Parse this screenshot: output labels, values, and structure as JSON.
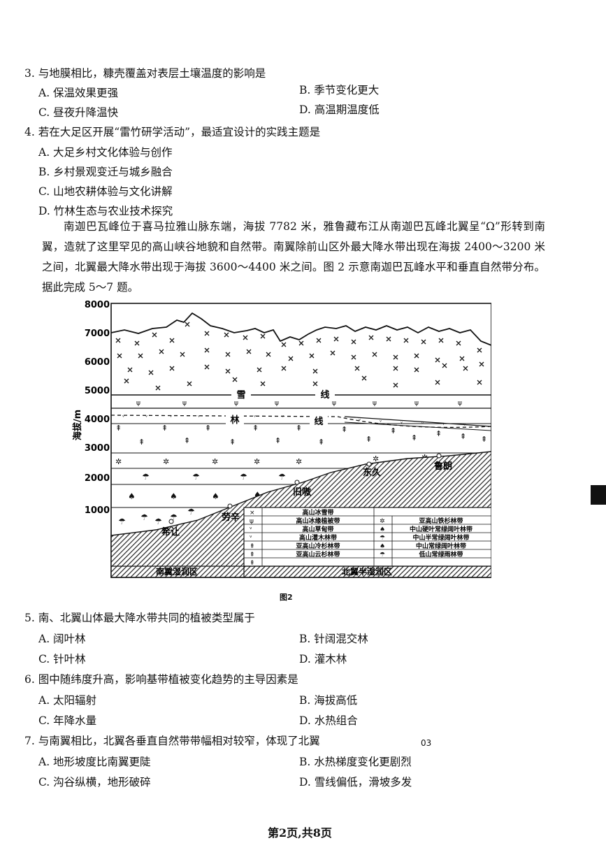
{
  "questions": [
    {
      "stem": "3. 与地膜相比，糠壳覆盖对表层土壤温度的影响是",
      "options": [
        "A. 保温效果更强",
        "B. 季节变化更大",
        "C. 昼夜升降温快",
        "D. 高温期温度低"
      ]
    },
    {
      "stem": "4. 若在大足区开展“雷竹研学活动”，最适宜设计的实践主题是",
      "options": [
        "A. 大足乡村文化体验与创作",
        "B. 乡村景观变迁与城乡融合",
        "C. 山地农耕体验与文化讲解",
        "D. 竹林生态与农业技术探究"
      ]
    },
    {
      "stem": "5. 南、北翼山体最大降水带共同的植被类型属于",
      "options": [
        "A. 阔叶林",
        "B. 针阔混交林",
        "C. 针叶林",
        "D. 灌木林"
      ]
    },
    {
      "stem": "6. 图中随纬度升高，影响基带植被变化趋势的主导因素是",
      "options": [
        "A. 太阳辐射",
        "B. 海拔高低",
        "C. 年降水量",
        "D. 水热组合"
      ]
    },
    {
      "stem": "7. 与南翼相比，北翼各垂直自然带带幅相对较窄，体现了北翼",
      "options": [
        "A. 地形坡度比南翼更陡",
        "B. 水热梯度变化更剧烈",
        "C. 沟谷纵横，地形破碎",
        "D. 雪线偏低，滑坡多发"
      ]
    }
  ],
  "passage": "南迦巴瓦峰位于喜马拉雅山脉东端，海拔 7782 米，雅鲁藏布江从南迦巴瓦峰北翼呈“Ω”形转到南翼，造就了这里罕见的高山峡谷地貌和自然带。南翼除前山区外最大降水带出现在海拔 2400～3200 米之间，北翼最大降水带出现于海拔 3600～4400 米之间。图 2 示意南迦巴瓦峰水平和垂直自然带分布。据此完成 5～7 题。",
  "figure": {
    "caption": "图2",
    "ylabel": "海拔/m",
    "yticks": [
      "8000",
      "7000",
      "6000",
      "5000",
      "4000",
      "3000",
      "2000",
      "1000"
    ],
    "snowline_label": [
      "雪",
      "线"
    ],
    "treeline_label": [
      "林",
      "线"
    ],
    "places": [
      "希让",
      "劳辛",
      "旧嗷",
      "东久",
      "鲁朗"
    ],
    "zones": [
      "南翼湿润区",
      "北翼半湿润区"
    ],
    "legend": [
      {
        "name": "高山冰雪带",
        "symbol": "x"
      },
      {
        "name": "高山冰缘植被带",
        "symbol": "ice"
      },
      {
        "name": "亚高山铁杉林带",
        "symbol": "fir"
      },
      {
        "name": "高山草甸带",
        "symbol": "meadow"
      },
      {
        "name": "中山硬叶常绿阔叶林带",
        "symbol": "hard"
      },
      {
        "name": "高山灌木林带",
        "symbol": "shrub"
      },
      {
        "name": "中山半常绿阔叶林带",
        "symbol": "semi"
      },
      {
        "name": "亚高山冷杉林带",
        "symbol": "cold"
      },
      {
        "name": "中山常绿阔叶林带",
        "symbol": "ever"
      },
      {
        "name": "亚高山云杉林带",
        "symbol": "spruce"
      },
      {
        "name": "低山常绿雨林带",
        "symbol": "rain"
      }
    ]
  },
  "margin_note": "03",
  "footer": "第2页,共8页"
}
